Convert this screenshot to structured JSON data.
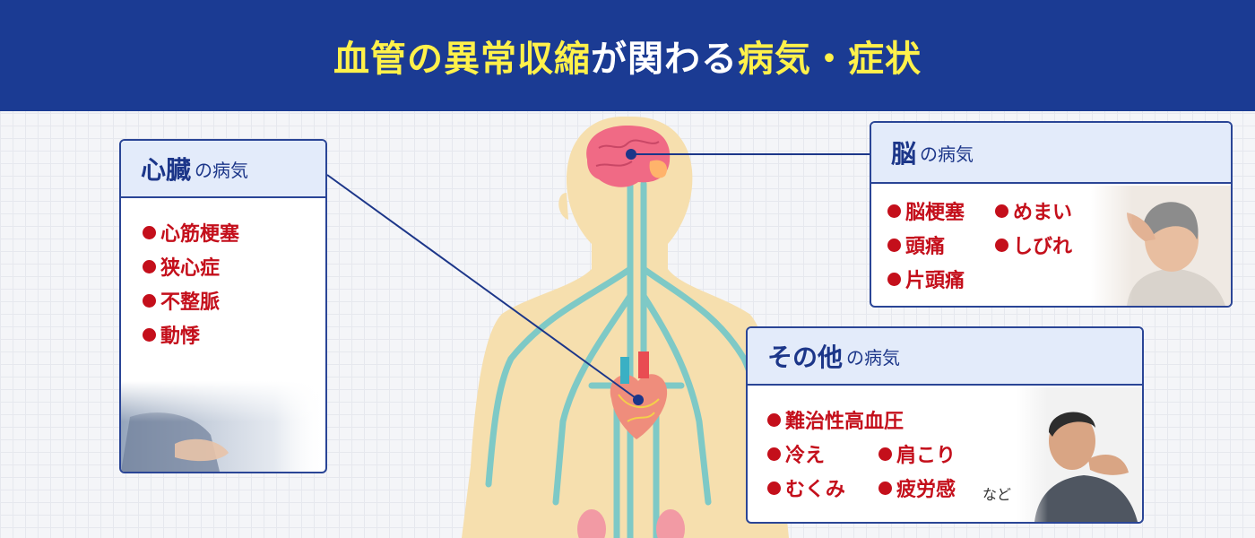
{
  "banner": {
    "title_part1": "血管の異常収縮",
    "title_part2": "が関わる",
    "title_part3": "病気",
    "title_part4": "・",
    "title_part5": "症状"
  },
  "colors": {
    "banner_bg": "#1b3b93",
    "highlight": "#fff14a",
    "card_border": "#2a4596",
    "card_header_bg": "#e3ebfa",
    "item_red": "#c40f1b"
  },
  "heart_card": {
    "title": "心臓",
    "suffix": "の病気",
    "items": [
      "心筋梗塞",
      "狭心症",
      "不整脈",
      "動悸"
    ]
  },
  "brain_card": {
    "title": "脳",
    "suffix": "の病気",
    "items": [
      "脳梗塞",
      "めまい",
      "頭痛",
      "しびれ",
      "片頭痛"
    ]
  },
  "other_card": {
    "title": "その他",
    "suffix": "の病気",
    "items": [
      "難治性高血圧",
      "冷え",
      "肩こり",
      "むくみ",
      "疲労感"
    ],
    "note": "など"
  }
}
